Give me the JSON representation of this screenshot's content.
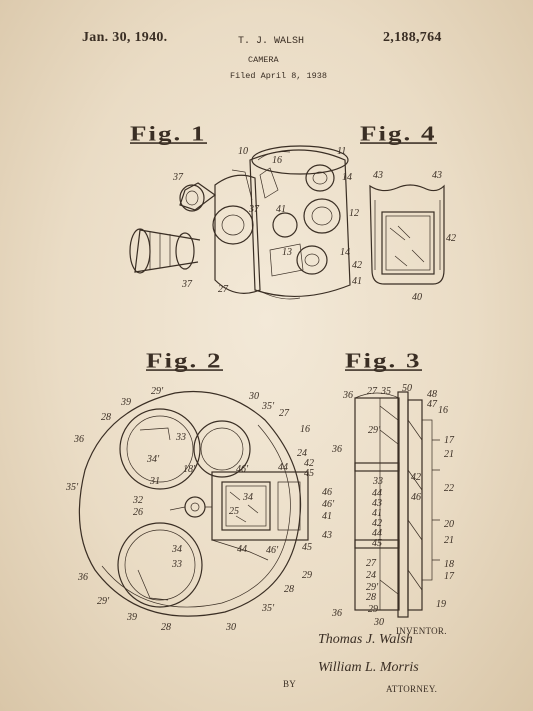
{
  "header": {
    "date": "Jan. 30, 1940.",
    "inventor_name": "T. J. WALSH",
    "title": "CAMERA",
    "filed": "Filed April 8, 1938",
    "patent_number": "2,188,764"
  },
  "figures": [
    {
      "label": "Fig. 1",
      "numbers": [
        "10",
        "16",
        "11",
        "37",
        "14",
        "37",
        "41",
        "12",
        "37",
        "13",
        "14",
        "27"
      ]
    },
    {
      "label": "Fig. 4",
      "numbers": [
        "43",
        "43",
        "42",
        "42",
        "41",
        "40"
      ]
    },
    {
      "label": "Fig. 2",
      "numbers": [
        "29'",
        "30",
        "35'",
        "27",
        "28",
        "39",
        "16",
        "33",
        "24",
        "36",
        "34'",
        "42",
        "44",
        "45",
        "18'",
        "46'",
        "46",
        "31",
        "46'",
        "32",
        "34",
        "41",
        "26",
        "25",
        "44",
        "46'",
        "43",
        "35'",
        "34",
        "45",
        "33",
        "29",
        "36",
        "28",
        "29'",
        "39",
        "28",
        "30",
        "35'"
      ]
    },
    {
      "label": "Fig. 3",
      "numbers": [
        "36",
        "27",
        "35",
        "50",
        "48",
        "47",
        "16",
        "29'",
        "17",
        "21",
        "36",
        "33",
        "42",
        "22",
        "44",
        "46",
        "43",
        "41",
        "20",
        "42",
        "44",
        "21",
        "45",
        "27",
        "18",
        "24",
        "29'",
        "17",
        "28",
        "36",
        "29",
        "19",
        "30"
      ]
    }
  ],
  "footer": {
    "inventor_signature": "Thomas J. Walsh",
    "inventor_label": "INVENTOR.",
    "by_label": "BY",
    "attorney_signature": "William L. Morris",
    "attorney_label": "ATTORNEY."
  }
}
